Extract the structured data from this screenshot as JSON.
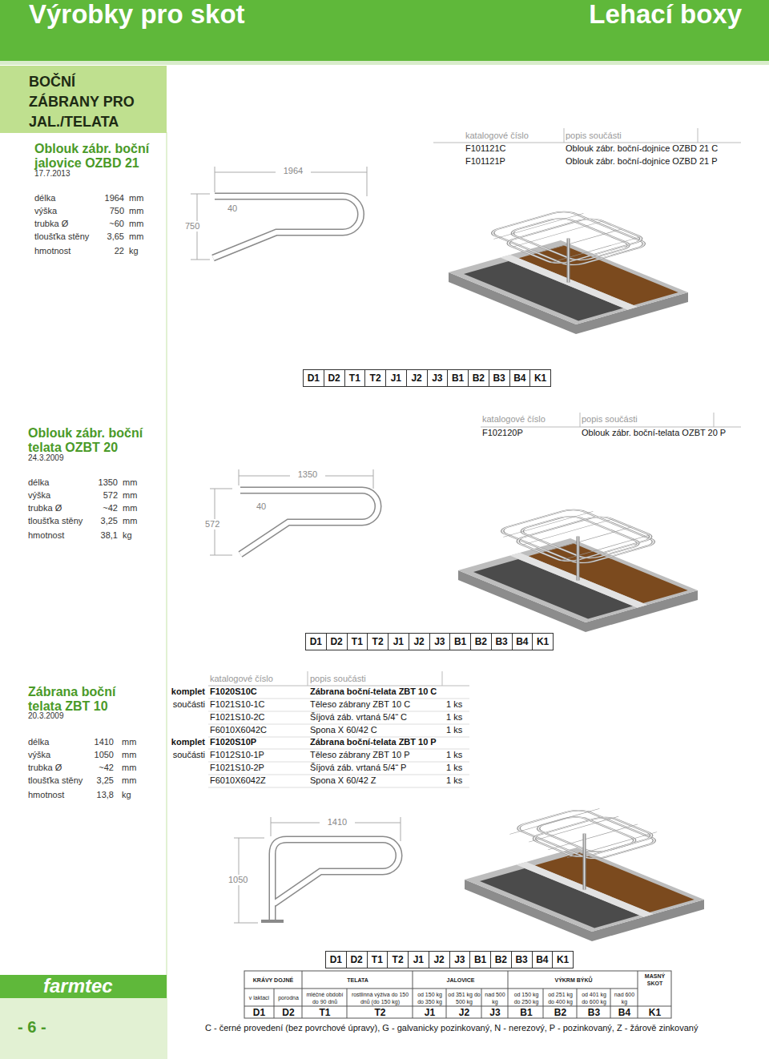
{
  "diagram": {
    "nodes": [
      {
        "text": [
          "Výrobky pro skot",
          "Lehací boxy"
        ]
      },
      {
        "text": [
          "BOČNÍ ZÁBRANY PRO JAL./TELATA"
        ]
      },
      {
        "text": [
          "D1",
          "D2",
          "T1",
          "T2",
          "J1",
          "J2",
          "J3",
          "B1",
          "B2",
          "B3",
          "B4",
          "K1"
        ]
      },
      {
        "text": [
          "D1",
          "D2",
          "T1",
          "T2",
          "J1",
          "J2",
          "J3",
          "B1",
          "B2",
          "B3",
          "B4",
          "K1"
        ]
      },
      {
        "text": [
          "D1",
          "D2",
          "T1",
          "T2",
          "J1",
          "J2",
          "J3",
          "B1",
          "B2",
          "B3",
          "B4",
          "K1"
        ]
      },
      {
        "text": [
          "farmtec"
        ]
      }
    ],
    "labels": [
      "Oblouk zábr. boční jalovice OZBD 21",
      "17.7.2013",
      "délka",
      "1964",
      "mm",
      "výška",
      "750",
      "mm",
      "trubka Ø",
      "~60",
      "mm",
      "tloušťka stěny",
      "3,65",
      "mm",
      "hmotnost",
      "22",
      "kg",
      "katalogové číslo",
      "popis součásti",
      "F101121C",
      "Oblouk zábr. boční-dojnice OZBD 21 C",
      "F101121P",
      "Oblouk zábr. boční-dojnice OZBD 21 P",
      "1964",
      "40",
      "750",
      "Oblouk zábr. boční telata OZBT 20",
      "24.3.2009",
      "délka",
      "1350",
      "mm",
      "výška",
      "572",
      "mm",
      "trubka Ø",
      "~42",
      "mm",
      "tloušťka stěny",
      "3,25",
      "mm",
      "hmotnost",
      "38,1",
      "kg",
      "katalogové číslo",
      "popis součásti",
      "F102120P",
      "Oblouk zábr. boční-telata OZBT 20 P",
      "1350",
      "40",
      "572",
      "Zábrana boční telata ZBT 10",
      "20.3.2009",
      "délka",
      "1410",
      "mm",
      "výška",
      "1050",
      "mm",
      "trubka Ø",
      "~42",
      "mm",
      "tloušťka stěny",
      "3,25",
      "mm",
      "hmotnost",
      "13,8",
      "kg",
      "katalogové číslo",
      "popis součásti",
      "komplet",
      "F1020S10C",
      "Zábrana boční-telata ZBT 10 C",
      "součásti",
      "F1021S10-1C",
      "Těleso zábrany ZBT 10 C",
      "1 ks",
      "F1021S10-2C",
      "Šíjová záb. vrtaná 5/4“ C",
      "1 ks",
      "F6010X6042C",
      "Spona X 60/42 C",
      "1 ks",
      "komplet",
      "F1020S10P",
      "Zábrana boční-telata ZBT 10 P",
      "součásti",
      "F1012S10-1P",
      "Těleso zábrany ZBT 10 P",
      "1 ks",
      "F1021S10-2P",
      "Šíjová záb. vrtaná 5/4“ P",
      "1 ks",
      "F6010X6042Z",
      "Spona X 60/42 Z",
      "1 ks",
      "1410",
      "1050",
      "- 6 -",
      "KRÁVY DOJNÉ",
      "TELATA",
      "JALOVICE",
      "VÝKRM BÝKŮ",
      "MASNÝ SKOT",
      "v laktaci",
      "porodna",
      "mléčné období do 90 dnů",
      "rostlinná výživa do 150 dnů (do 150 kg)",
      "od 150 kg do 350 kg",
      "od 351 kg do 500 kg",
      "nad 500 kg",
      "od 150 kg do 250 kg",
      "od 251 kg do 400 kg",
      "od 401 kg do 600 kg",
      "nad 600 kg",
      "D1",
      "D2",
      "T1",
      "T2",
      "J1",
      "J2",
      "J3",
      "B1",
      "B2",
      "B3",
      "B4",
      "K1",
      "C - černé provedení (bez povrchové úpravy), G - galvanicky pozinkovaný, N - nerezový, P - pozinkovaný, Z - žárově zinkovaný"
    ]
  }
}
